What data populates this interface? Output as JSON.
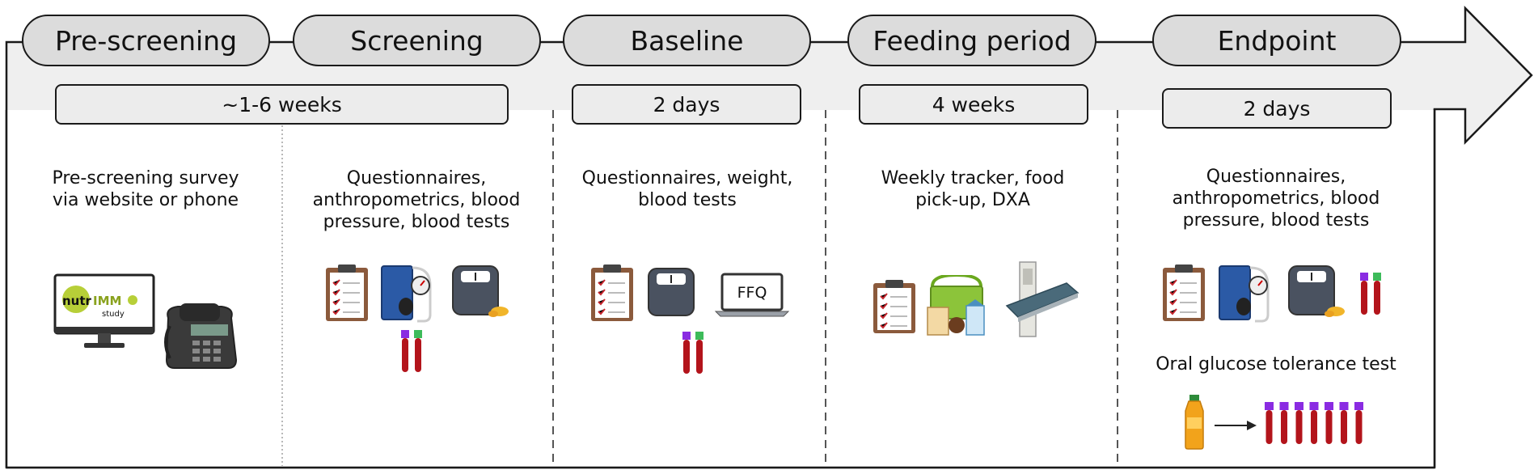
{
  "phases": [
    {
      "label": "Pre-screening"
    },
    {
      "label": "Screening"
    },
    {
      "label": "Baseline"
    },
    {
      "label": "Feeding period"
    },
    {
      "label": "Endpoint"
    }
  ],
  "durations": [
    {
      "label": "~1-6 weeks"
    },
    {
      "label": "2 days"
    },
    {
      "label": "4 weeks"
    },
    {
      "label": "2 days"
    }
  ],
  "columns": {
    "prescreening": {
      "lines": [
        "Pre-screening survey",
        "via website or phone"
      ],
      "monitor_logo_a": "nutr",
      "monitor_logo_b": "IMM",
      "monitor_logo_c": "study"
    },
    "screening": {
      "lines": [
        "Questionnaires,",
        "anthropometrics, blood",
        "pressure, blood tests"
      ]
    },
    "baseline": {
      "lines": [
        "Questionnaires, weight,",
        "blood tests"
      ],
      "laptop_label": "FFQ"
    },
    "feeding": {
      "lines": [
        "Weekly tracker, food",
        "pick-up, DXA"
      ]
    },
    "endpoint": {
      "lines": [
        "Questionnaires,",
        "anthropometrics, blood",
        "pressure, blood tests"
      ],
      "ogtt": "Oral glucose tolerance test"
    }
  },
  "colors": {
    "arrow_fill": "#efefef",
    "pill_fill": "#dcdcdc",
    "box_fill": "#ececec",
    "tube_red": "#b3141b",
    "cap_purple": "#8a2be2",
    "cap_green": "#3dbb5a",
    "clipboard_brown": "#8b5a3c"
  },
  "icons": [
    "computer-monitor-icon",
    "telephone-icon",
    "clipboard-icon",
    "blood-pressure-cuff-icon",
    "weighing-scale-icon",
    "blood-tube-icon",
    "laptop-icon",
    "food-basket-icon",
    "dxa-scanner-icon",
    "juice-bottle-icon",
    "arrow-right-icon"
  ]
}
